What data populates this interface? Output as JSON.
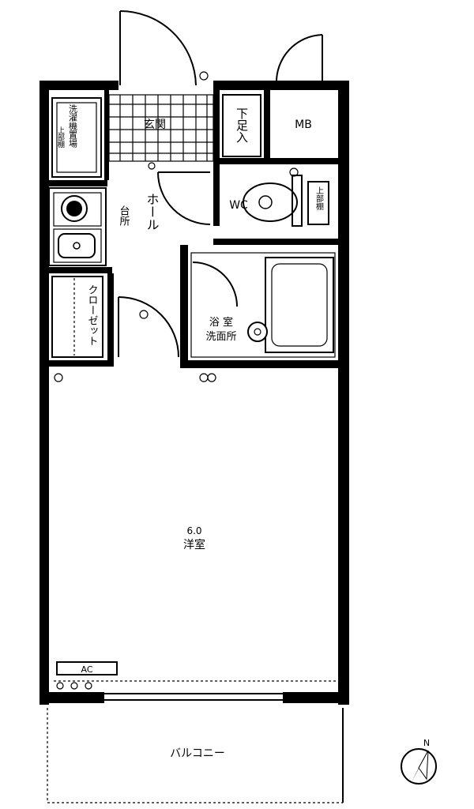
{
  "rooms": {
    "entrance": "玄関",
    "shoe_box": "下足入",
    "meter_box": "MB",
    "toilet": "WC",
    "toilet_shelf": "上部棚",
    "hall": "ホール",
    "kitchen": "台所",
    "laundry": "洗濯機置場",
    "laundry_shelf": "上部棚",
    "closet": "クローゼット",
    "bath_top": "浴 室",
    "bath_bottom": "洗面所",
    "western_room": "洋室",
    "western_size": "6.0",
    "aircon": "AC",
    "balcony": "バルコニー"
  },
  "compass": {
    "north_label": "N"
  }
}
